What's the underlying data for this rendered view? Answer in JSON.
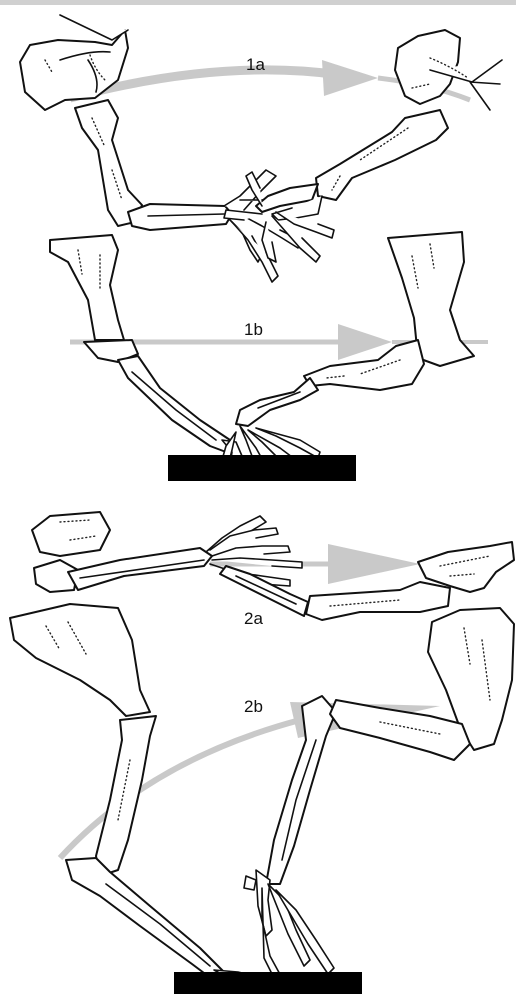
{
  "colors": {
    "arrow": "#c9c9c9",
    "ink": "#111111",
    "ground": "#000000",
    "background": "#ffffff"
  },
  "panels": [
    {
      "id": "1a",
      "label": "1a"
    },
    {
      "id": "1b",
      "label": "1b"
    },
    {
      "id": "2a",
      "label": "2a"
    },
    {
      "id": "2b",
      "label": "2b"
    }
  ]
}
